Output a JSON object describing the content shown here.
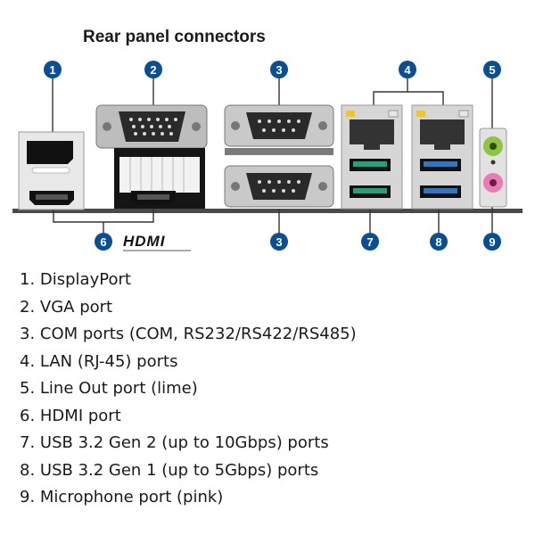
{
  "title": "Rear panel connectors",
  "callouts": [
    "1",
    "2",
    "3",
    "4",
    "5",
    "3",
    "6",
    "7",
    "8",
    "9"
  ],
  "hdmi_logo": "HDMI",
  "legend": [
    "1. DisplayPort",
    "2. VGA port",
    "3. COM ports (COM, RS232/RS422/RS485)",
    "4. LAN (RJ-45) ports",
    "5. Line Out port (lime)",
    "6. HDMI port",
    "7. USB 3.2 Gen 2 (up to 10Gbps) ports",
    "8. USB 3.2 Gen 1 (up to 5Gbps) ports",
    "9. Microphone port (pink)"
  ],
  "colors": {
    "badge": "#0a4f93",
    "usb_gen2": "#1fa37a",
    "usb_gen1": "#2d76c8",
    "line_out": "#8cc63f",
    "mic": "#e97bb5",
    "board": "#4a4a4a"
  }
}
